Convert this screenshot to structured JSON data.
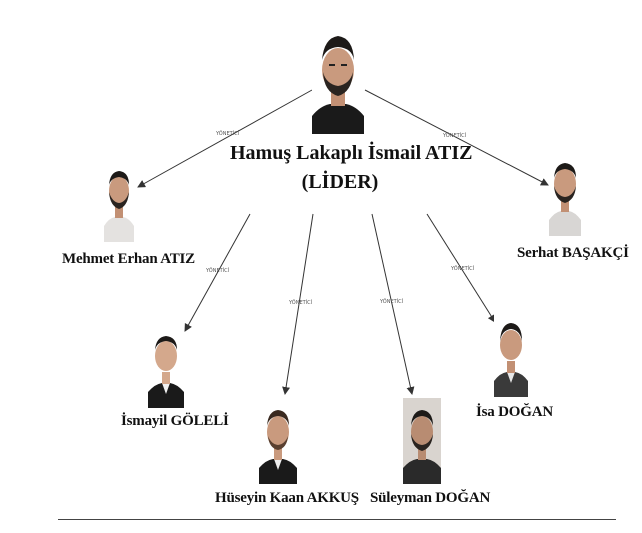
{
  "leader": {
    "line1": "Hamuş Lakaplı İsmail ATIZ",
    "line2": "(LİDER)"
  },
  "members": [
    {
      "id": "mehmet",
      "name": "Mehmet Erhan ATIZ",
      "edge_label": "YÖNETİCİ"
    },
    {
      "id": "serhat",
      "name": "Serhat BAŞAKÇİ",
      "edge_label": "YÖNETİCİ"
    },
    {
      "id": "ismayil",
      "name": "İsmayil GÖLELİ",
      "edge_label": "YÖNETİCİ"
    },
    {
      "id": "huseyin",
      "name": "Hüseyin Kaan AKKUŞ",
      "edge_label": "YÖNETİCİ"
    },
    {
      "id": "suleyman",
      "name": "Süleyman DOĞAN",
      "edge_label": "YÖNETİCİ"
    },
    {
      "id": "isa",
      "name": "İsa DOĞAN",
      "edge_label": "YÖNETİCİ"
    }
  ],
  "colors": {
    "line": "#333333",
    "skin": "#c99a7e",
    "hair": "#1d1a18",
    "shirt_dark": "#1a1a1a",
    "shirt_light": "#e8e8e8",
    "photo_bg": "#f4f2f0"
  }
}
